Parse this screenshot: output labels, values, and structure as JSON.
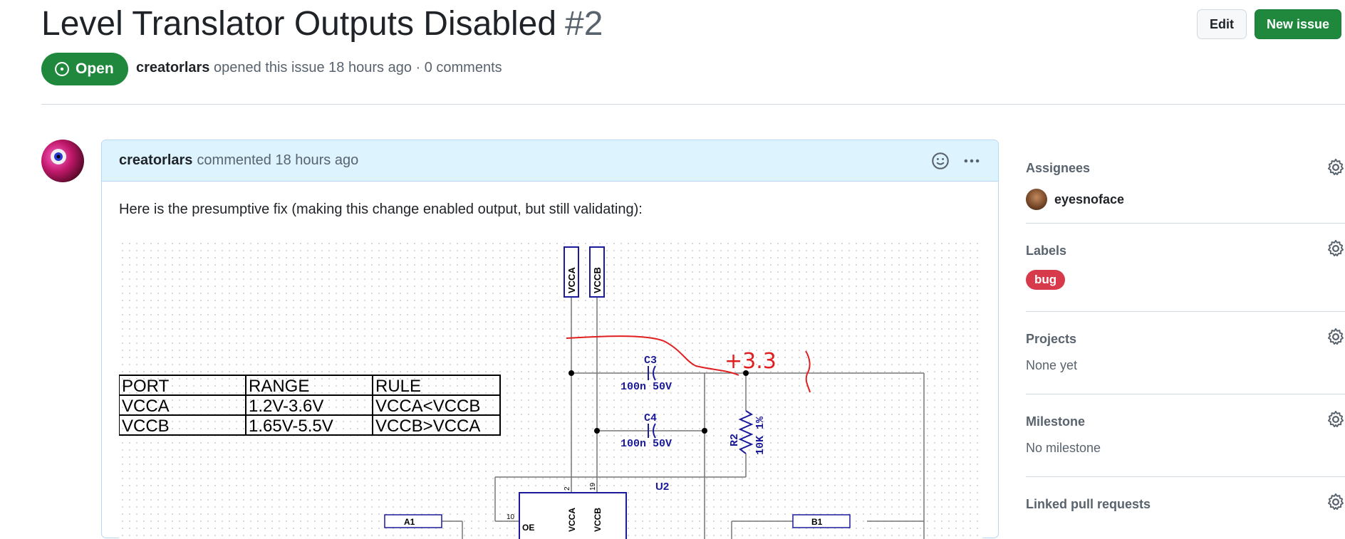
{
  "issue": {
    "title": "Level Translator Outputs Disabled",
    "number": "#2",
    "state": "Open",
    "author": "creatorlars",
    "meta_rest": " opened this issue 18 hours ago · 0 comments"
  },
  "header_actions": {
    "edit_label": "Edit",
    "new_issue_label": "New issue"
  },
  "comment": {
    "author": "creatorlars",
    "action": "commented 18 hours ago",
    "body": "Here is the presumptive fix (making this change enabled output, but still validating):"
  },
  "schematic": {
    "table": {
      "headers": [
        "PORT",
        "RANGE",
        "RULE"
      ],
      "rows": [
        [
          "VCCA",
          "1.2V-3.6V",
          "VCCA<VCCB"
        ],
        [
          "VCCB",
          "1.65V-5.5V",
          "VCCB>VCCA"
        ]
      ]
    },
    "ports": [
      "VCCA",
      "VCCB"
    ],
    "c3": {
      "name": "C3",
      "value": "100n 50V"
    },
    "c4": {
      "name": "C4",
      "value": "100n 50V"
    },
    "r2": {
      "name": "R2",
      "value": "10K 1%"
    },
    "u2": {
      "name": "U2",
      "pin_left": "2",
      "pin_right": "19",
      "pin_oe": "10",
      "oe": "OE",
      "vcca": "VCCA",
      "vccb": "VCCB"
    },
    "a1": "A1",
    "b1": "B1",
    "annotation": "+3.3"
  },
  "sidebar": {
    "assignees": {
      "title": "Assignees",
      "user": "eyesnoface"
    },
    "labels": {
      "title": "Labels",
      "items": [
        "bug"
      ]
    },
    "projects": {
      "title": "Projects",
      "value": "None yet"
    },
    "milestone": {
      "title": "Milestone",
      "value": "No milestone"
    },
    "linked": {
      "title": "Linked pull requests"
    }
  },
  "colors": {
    "open_green": "#1f883d",
    "bug_red": "#d73a4a",
    "comment_header": "#ddf4ff",
    "schematic_blue": "#1a1a9a",
    "annotation_red": "#e02020"
  }
}
